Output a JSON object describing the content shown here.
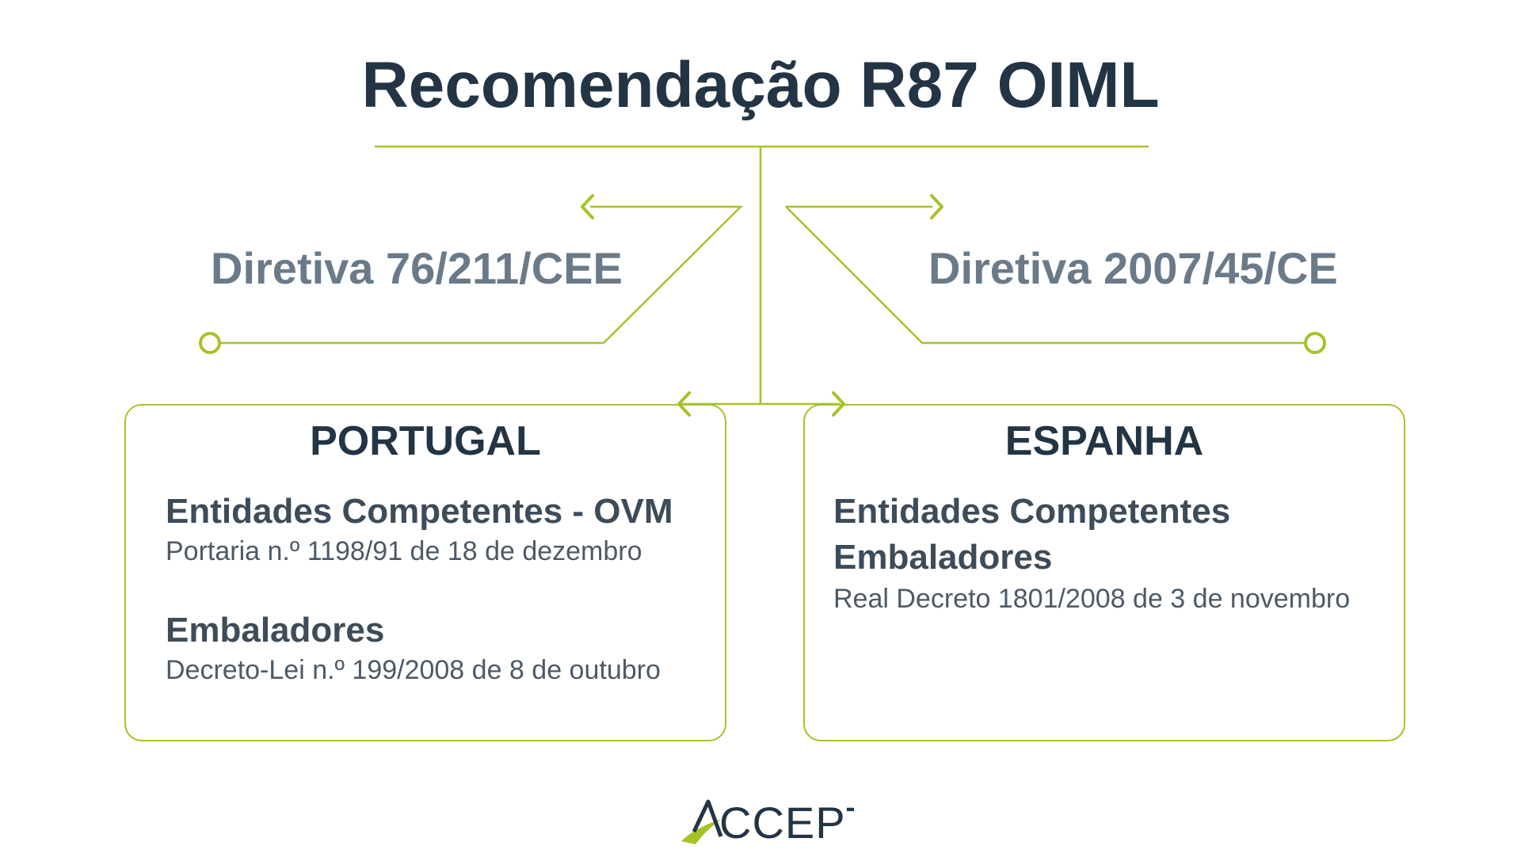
{
  "title": "Recomendação R87 OIML",
  "directives": {
    "left": "Diretiva 76/211/CEE",
    "right": "Diretiva 2007/45/CE"
  },
  "portugal": {
    "title": "PORTUGAL",
    "sections": [
      {
        "heading": "Entidades Competentes - OVM",
        "text": "Portaria n.º 1198/91 de 18 de dezembro"
      },
      {
        "heading": "Embaladores",
        "text": "Decreto-Lei n.º 199/2008 de 8 de outubro"
      }
    ]
  },
  "espanha": {
    "title": "ESPANHA",
    "heading_line1": "Entidades Competentes",
    "heading_line2": "Embaladores",
    "text": "Real Decreto 1801/2008 de 3 de novembro"
  },
  "logo": {
    "text": "ACCEPT",
    "accent_color": "#a3c429",
    "text_color": "#233444"
  },
  "colors": {
    "line": "#a3c429",
    "title": "#233444",
    "directive": "#6b7a88"
  }
}
